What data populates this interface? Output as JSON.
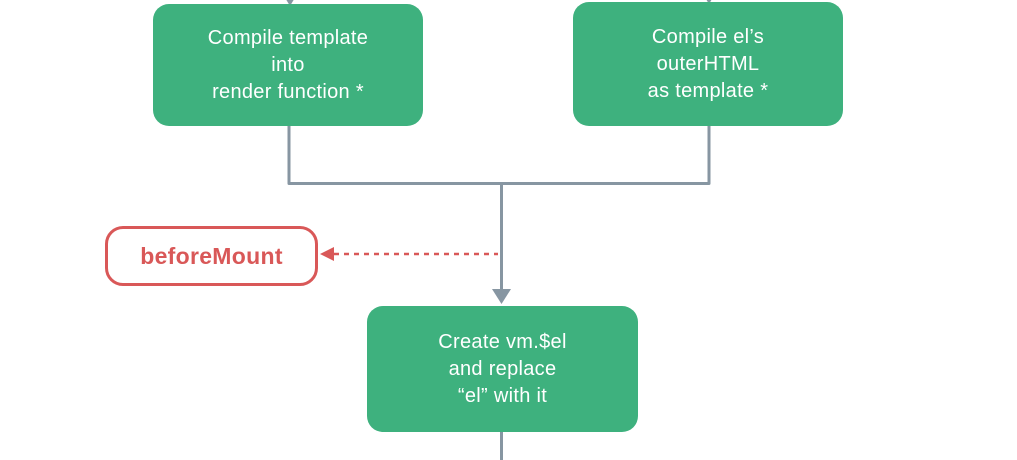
{
  "nodes": {
    "compile_template": {
      "lines": [
        "Compile template",
        "into",
        "render function *"
      ]
    },
    "compile_el": {
      "lines": [
        "Compile el’s",
        "outerHTML",
        "as template *"
      ]
    },
    "before_mount": {
      "label": "beforeMount"
    },
    "create_vm_el": {
      "lines": [
        "Create vm.$el",
        "and replace",
        "“el” with it"
      ]
    }
  },
  "colors": {
    "node_green": "#3eb17e",
    "node_text": "#ffffff",
    "connector_gray": "#8796a2",
    "hook_red": "#d95858",
    "background": "#ffffff"
  }
}
